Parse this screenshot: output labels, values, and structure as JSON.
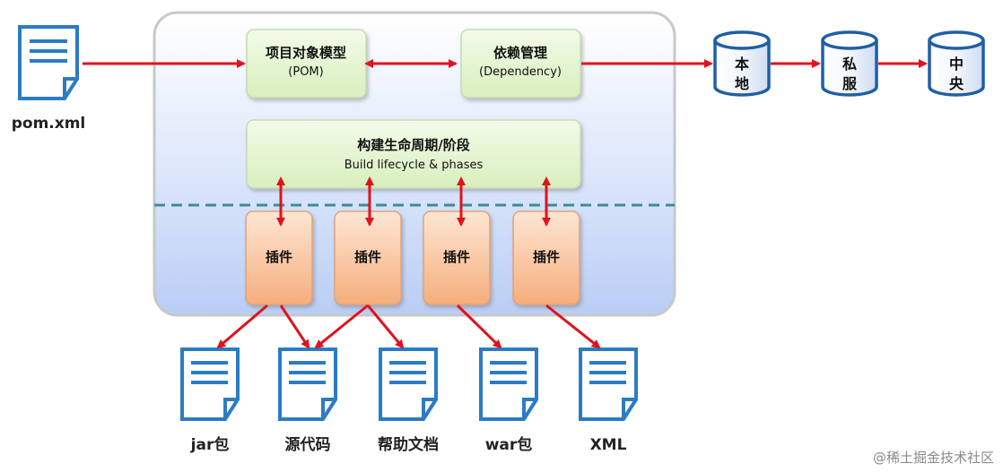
{
  "inputs": {
    "pom_file": "pom.xml"
  },
  "core": {
    "pom": {
      "line1": "项目对象模型",
      "line2": "(POM)"
    },
    "dependency": {
      "line1": "依赖管理",
      "line2": "(Dependency)"
    },
    "lifecycle": {
      "line1": "构建生命周期/阶段",
      "line2": "Build lifecycle & phases"
    },
    "plugins": [
      "插件",
      "插件",
      "插件",
      "插件"
    ]
  },
  "repositories": [
    {
      "line1": "本",
      "line2": "地"
    },
    {
      "line1": "私",
      "line2": "服"
    },
    {
      "line1": "中",
      "line2": "央"
    }
  ],
  "outputs": [
    "jar包",
    "源代码",
    "帮助文档",
    "war包",
    "XML"
  ],
  "watermark": "@稀土掘金技术社区",
  "colors": {
    "arrow": "#e0121c",
    "doc_icon": "#2b7cc4",
    "dashed_line": "#3b8d98",
    "green_box": "#e6f7cf",
    "orange_box": "#f9b98a",
    "cylinder_outline": "#1f5fa6"
  }
}
